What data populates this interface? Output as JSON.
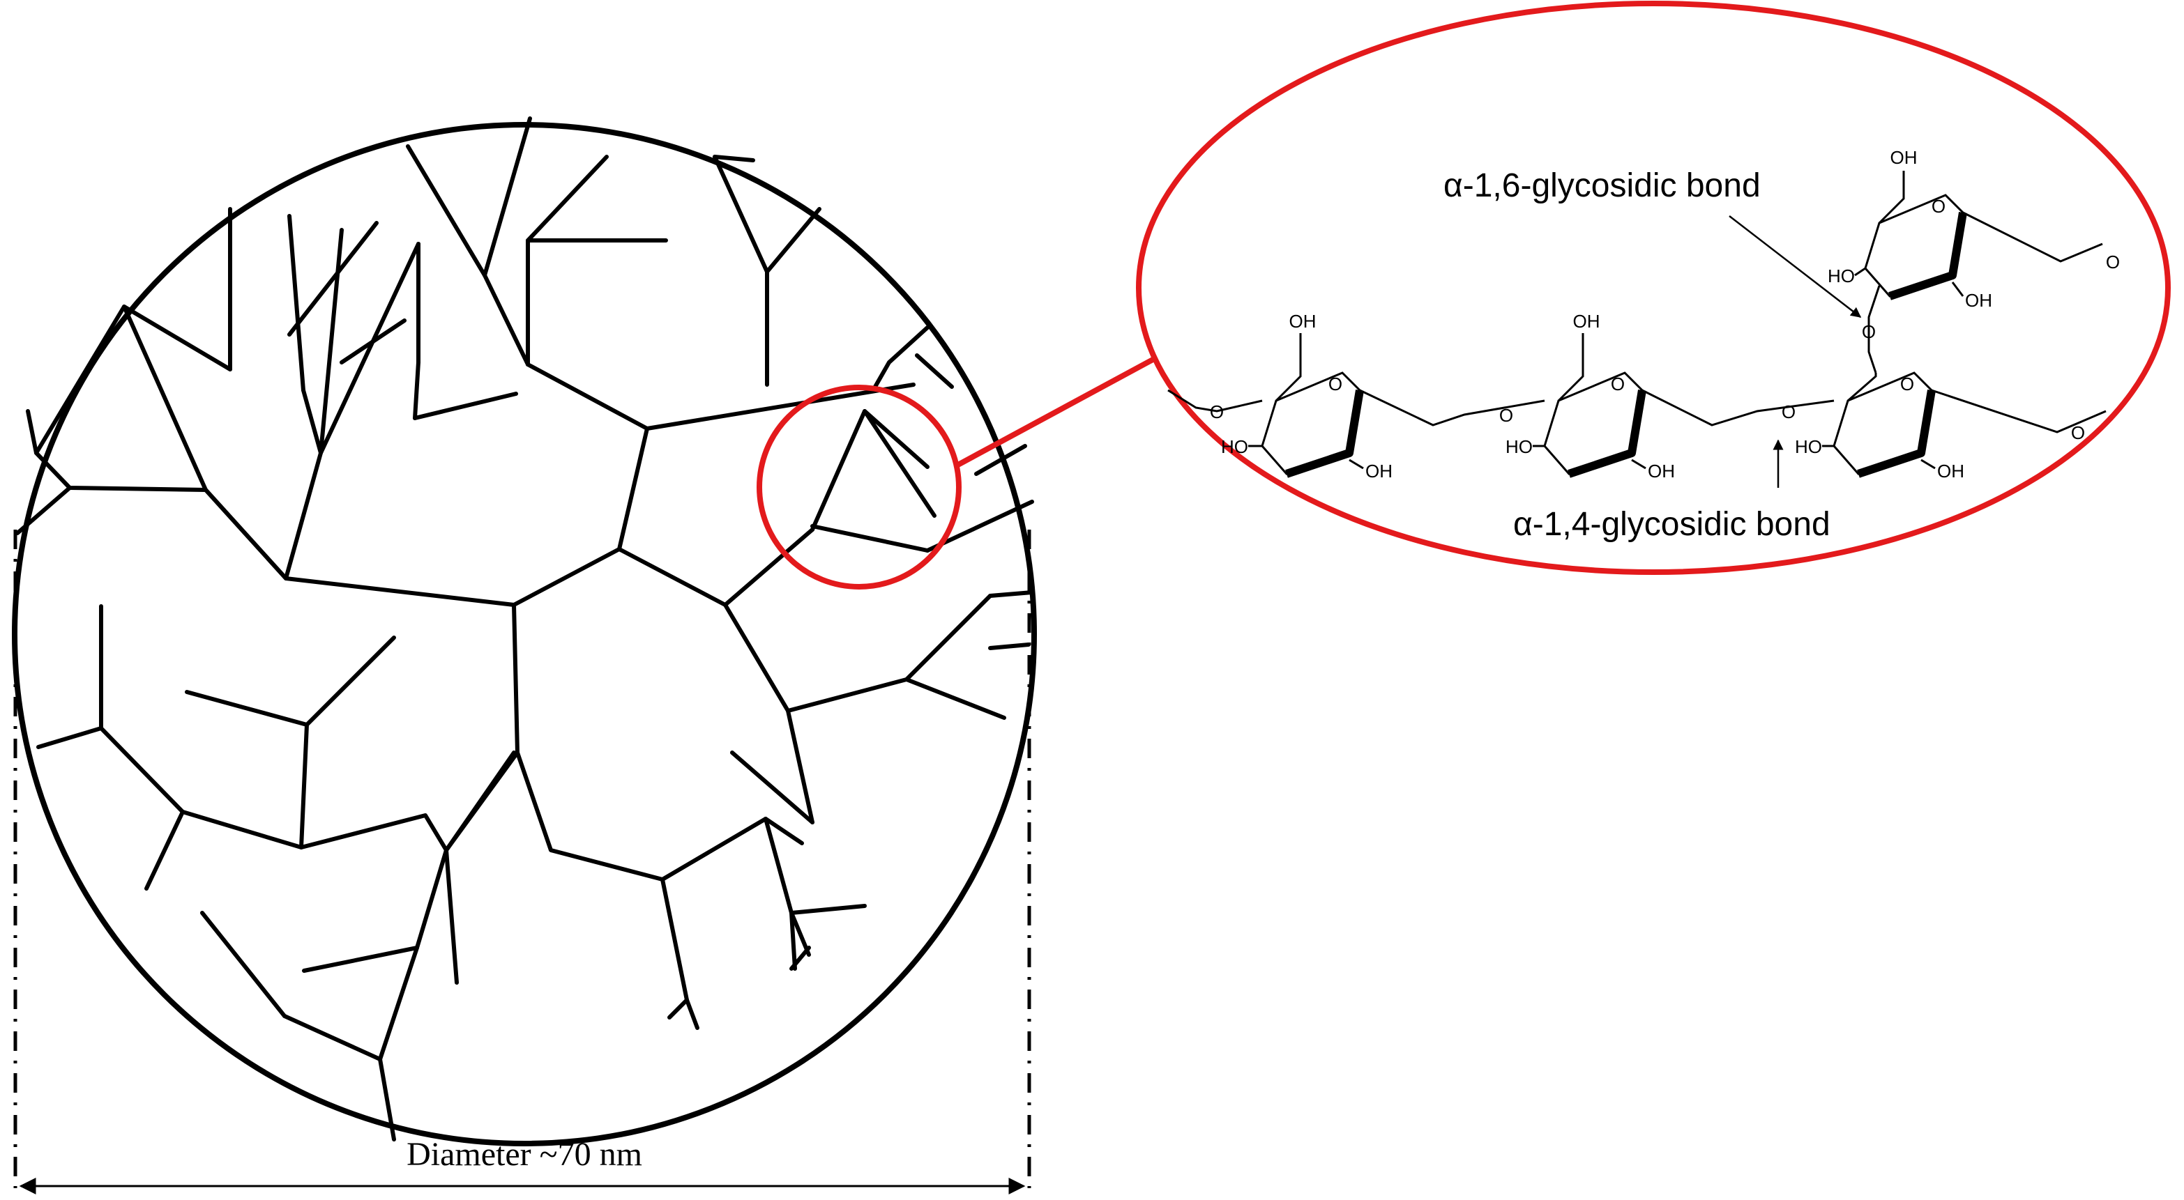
{
  "diagram": {
    "labels": {
      "diameter": "Diameter ~70 nm",
      "bond_16": "α-1,6-glycosidic bond",
      "bond_14": "α-1,4-glycosidic bond",
      "oh": "OH",
      "ho": "HO",
      "o": "O"
    },
    "colors": {
      "outline": "#000000",
      "highlight": "#e31a1c",
      "background": "#ffffff"
    }
  }
}
